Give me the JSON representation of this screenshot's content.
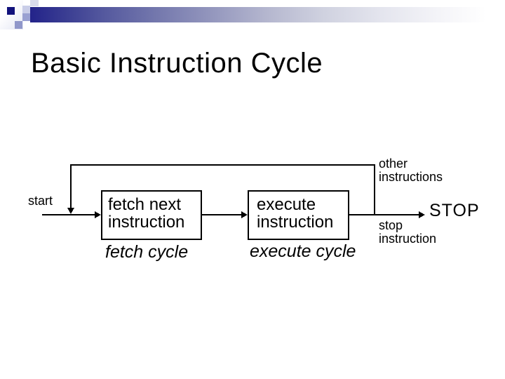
{
  "slide": {
    "title": "Basic Instruction Cycle",
    "diagram": {
      "start_label": "start",
      "fetch_box": {
        "line1": "fetch next",
        "line2": "instruction"
      },
      "fetch_cycle_label": "fetch cycle",
      "execute_box": {
        "line1": "execute",
        "line2": "instruction"
      },
      "execute_cycle_label": "execute cycle",
      "other_instructions": {
        "line1": "other",
        "line2": "instructions"
      },
      "stop_instruction": {
        "line1": "stop",
        "line2": "instruction"
      },
      "stop_label": "STOP"
    },
    "colors": {
      "accent_navy": "#12127c",
      "bar_gradient_start": "#23238a",
      "bar_gradient_end": "#ffffff",
      "square_light": "#c9cde8",
      "square_medium": "#9aa1d2",
      "square_muted": "#9097ca",
      "square_pale": "#d9dbeb",
      "line_color": "#000000",
      "text_color": "#000000",
      "background": "#ffffff"
    }
  }
}
